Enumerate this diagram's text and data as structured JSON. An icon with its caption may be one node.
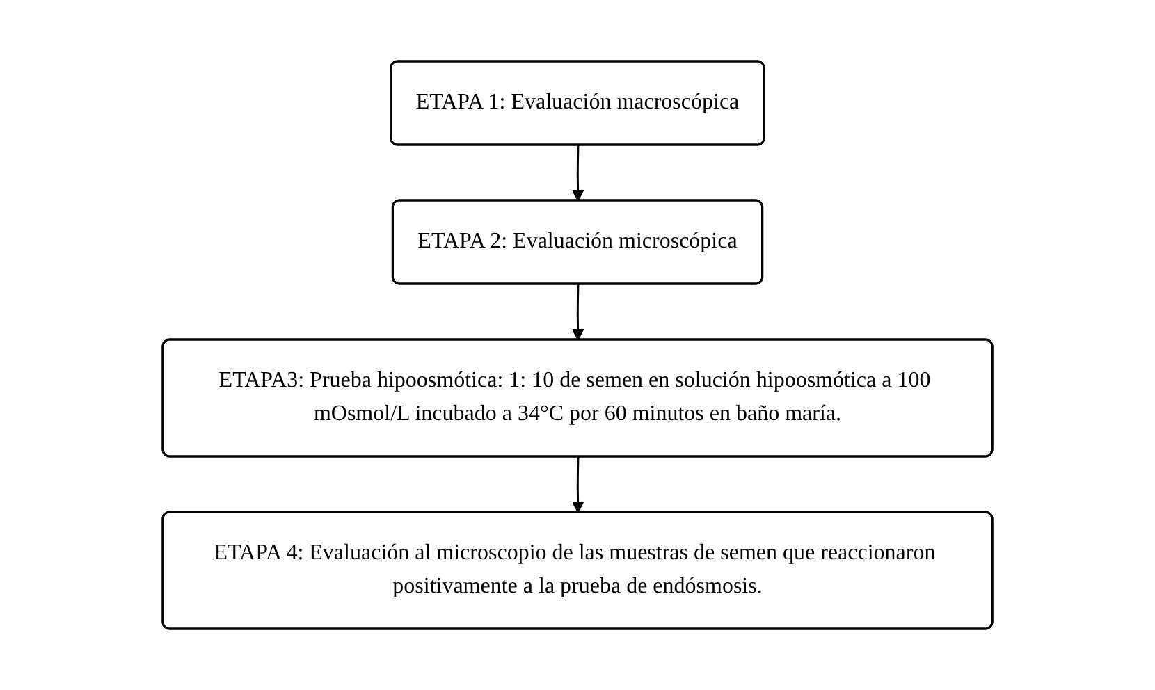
{
  "diagram": {
    "nodes": [
      {
        "text": [
          "ETAPA 1: Evaluación macroscópica"
        ]
      },
      {
        "text": [
          "ETAPA 2: Evaluación microscópica"
        ]
      },
      {
        "text": [
          "ETAPA3: Prueba hipoosmótica: 1: 10 de semen en solución hipoosmótica a 100 mOsmol/L incubado a 34°C por 60 minutos en baño maría."
        ]
      },
      {
        "text": [
          "ETAPA 4: Evaluación al microscopio de las muestras de semen que reaccionaron positivamente a la prueba de endósmosis."
        ]
      }
    ],
    "edges": [
      {
        "from": 0,
        "to": 1,
        "arrow": "to"
      },
      {
        "from": 1,
        "to": 2,
        "arrow": "to"
      },
      {
        "from": 2,
        "to": 3,
        "arrow": "to"
      }
    ]
  }
}
